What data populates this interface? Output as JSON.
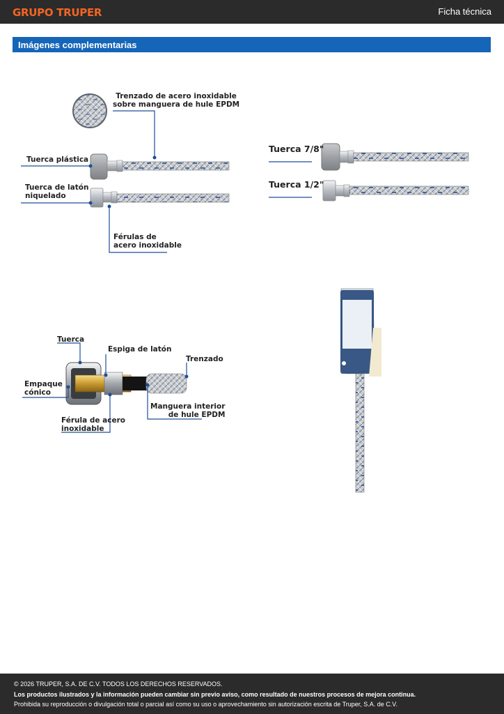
{
  "header": {
    "brand": "GRUPO TRUPER",
    "doc_type": "Ficha técnica"
  },
  "section": {
    "title": "Imágenes complementarias"
  },
  "figure1": {
    "braid_label": "Trenzado de acero inoxidable\nsobre manguera de hule EPDM",
    "plastic_nut": "Tuerca plástica",
    "brass_nut": "Tuerca de latón\nniquelado",
    "ferrules": "Férulas de\nacero inoxidable"
  },
  "figure2": {
    "nut_78": "Tuerca 7/8\"",
    "nut_12": "Tuerca 1/2\""
  },
  "figure3": {
    "nut": "Tuerca",
    "brass_spigot": "Espiga de latón",
    "braid": "Trenzado",
    "conical_gasket": "Empaque\ncónico",
    "inner_hose": "Manguera interior\nde hule EPDM",
    "ferrule": "Férula de acero\ninoxidable"
  },
  "footer": {
    "copyright": "© 2026 TRUPER, S.A. DE C.V. TODOS LOS DERECHOS RESERVADOS.",
    "notice": "Los productos ilustrados y la información pueden cambiar sin previo aviso, como resultado de nuestros procesos de mejora continua.",
    "prohibition": "Prohibida su reproducción o divulgación total o parcial así como su uso o aprovechamiento sin autorización escrita de Truper, S.A. de C.V."
  }
}
